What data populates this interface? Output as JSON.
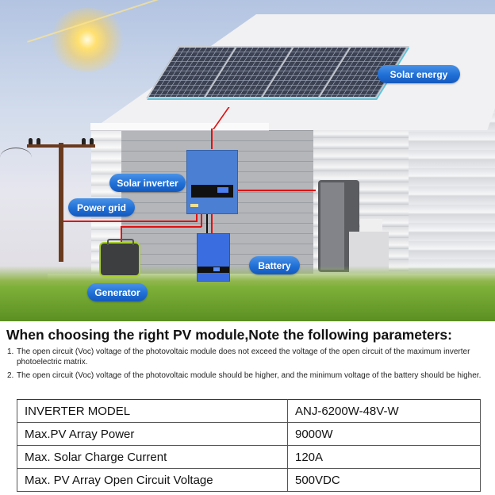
{
  "illustration": {
    "labels": {
      "solar_energy": "Solar energy",
      "solar_inverter": "Solar inverter",
      "power_grid": "Power grid",
      "battery": "Battery",
      "generator": "Generator"
    },
    "colors": {
      "label_blue": "#1f6fd6",
      "wire_red": "#e01010",
      "inverter_blue": "#4a7fd4"
    }
  },
  "heading": "When choosing the right PV module,Note the following parameters:",
  "notes": [
    {
      "num": "1.",
      "text": "The open circuit (Voc) voltage of the photovoltaic module does not exceed the voltage of the open circuit of the maximum inverter photoelectric matrix."
    },
    {
      "num": "2.",
      "text": "The open circuit (Voc) voltage of the photovoltaic module should be higher, and the minimum voltage of the battery should be higher."
    }
  ],
  "spec_table": {
    "rows": [
      {
        "label": "INVERTER MODEL",
        "value": "ANJ-6200W-48V-W"
      },
      {
        "label": "Max.PV Array Power",
        "value": "9000W"
      },
      {
        "label": "Max. Solar Charge Current",
        "value": "120A"
      },
      {
        "label": "Max. PV Array Open Circuit Voltage",
        "value": "500VDC"
      }
    ]
  }
}
